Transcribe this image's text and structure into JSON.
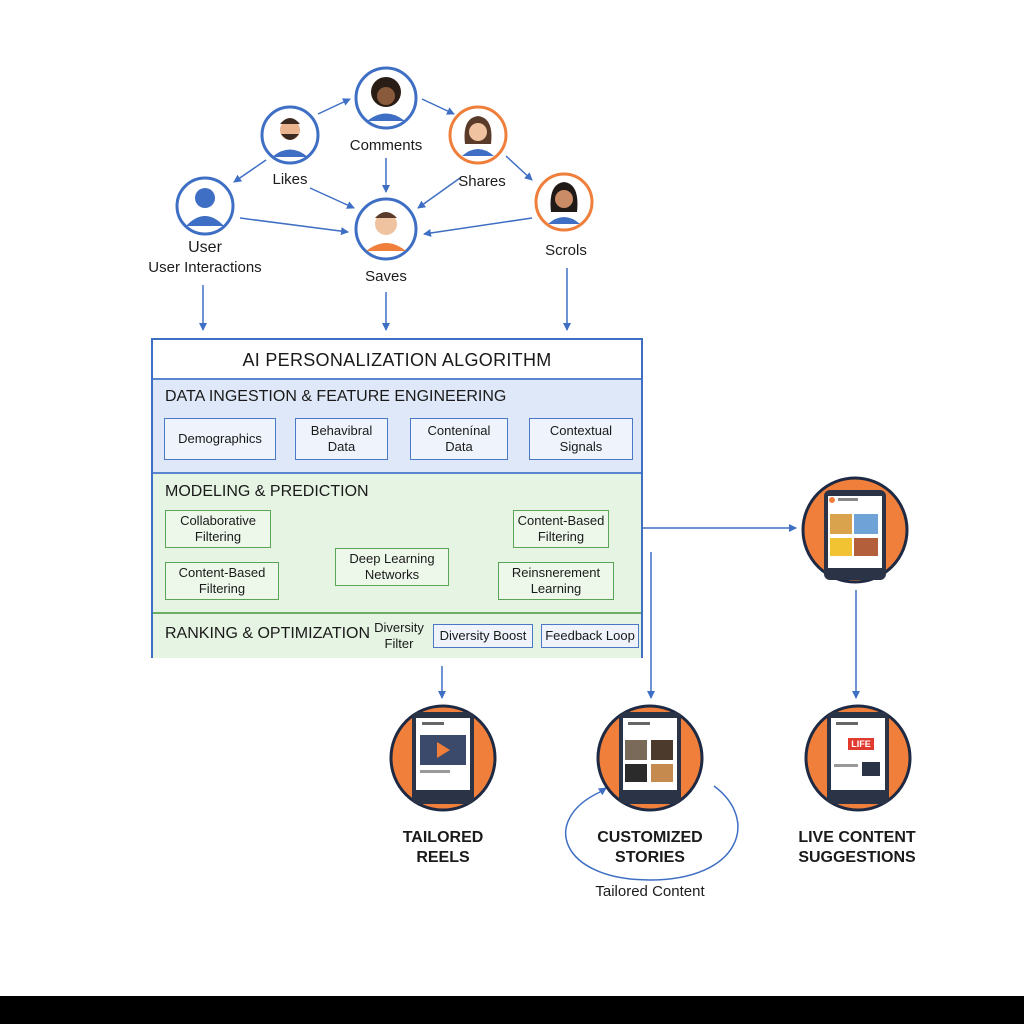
{
  "interactions": {
    "user_heading": "User",
    "user_subheading": "User Interactions",
    "likes": "Likes",
    "comments": "Comments",
    "shares": "Shares",
    "saves": "Saves",
    "scrolls": "Scrols"
  },
  "algorithm": {
    "title": "AI PERSONALIZATION ALGORITHM",
    "data_section": {
      "title": "DATA INGESTION & FEATURE ENGINEERING",
      "boxes": [
        "Demographics",
        "Behavibral\nData",
        "Contenínal\nData",
        "Contextual\nSignals"
      ]
    },
    "modeling_section": {
      "title": "MODELING & PREDICTION",
      "collaborative": "Collaborative\nFiltering",
      "content_based_left": "Content-Based\nFiltering",
      "deep_learning": "Deep Learning\nNetworks",
      "content_based_right": "Content-Based\nFiltering",
      "reinforcement": "Reinsnerement\nLearning"
    },
    "ranking_section": {
      "title": "RANKING & OPTIMIZATION",
      "diversity_filter": "Diversity\nFilter",
      "diversity_boost": "Diversity Boost",
      "feedback_loop": "Feedback Loop"
    }
  },
  "outputs": {
    "reels": "TAILORED\nREELS",
    "stories": "CUSTOMIZED\nSTORIES",
    "stories_caption": "Tailored Content",
    "live": "LIVE CONTENT\nSUGGESTIONS",
    "live_badge": "LIFE"
  },
  "colors": {
    "accent_blue": "#3f6fc4",
    "data_bg": "#dfe8f8",
    "model_bg": "#e6f4e3",
    "orange": "#ef7f3a"
  }
}
